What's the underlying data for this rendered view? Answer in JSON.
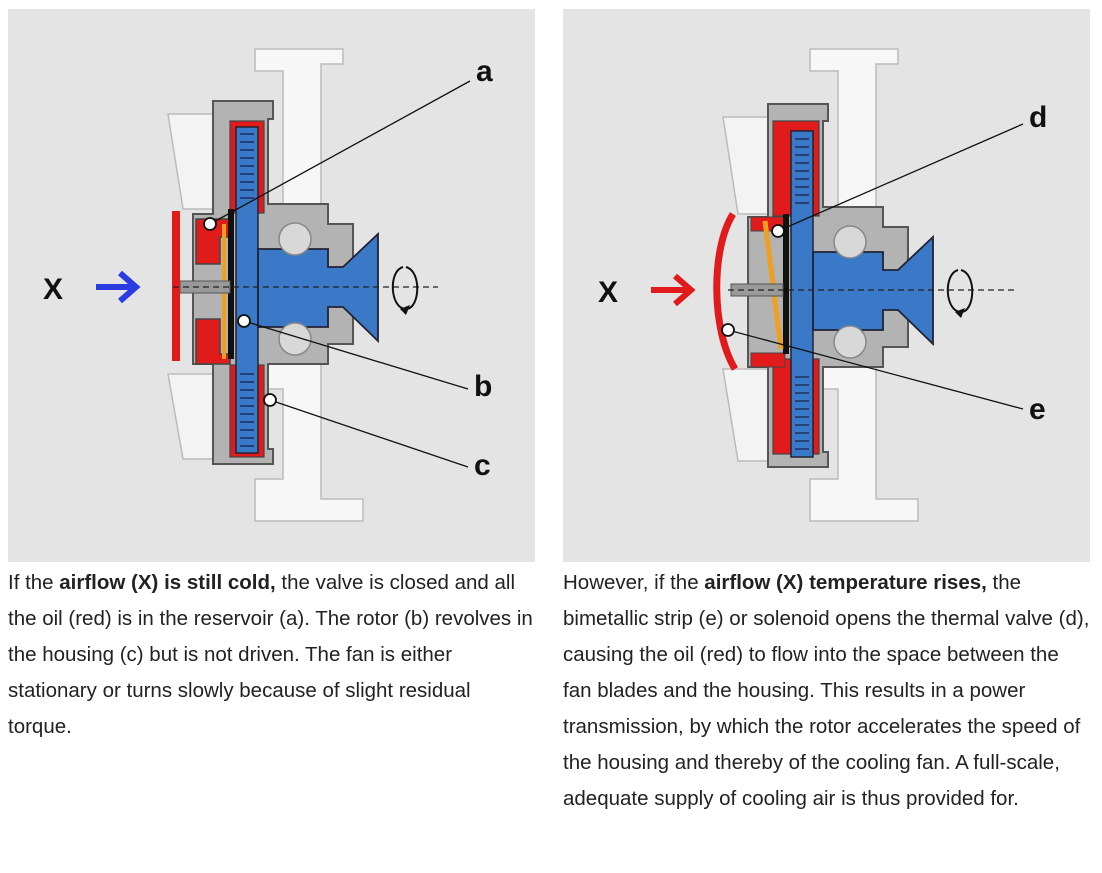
{
  "left": {
    "labels": {
      "x": "X",
      "a": "a",
      "b": "b",
      "c": "c"
    },
    "caption": {
      "pre": "If the ",
      "bold": "airflow (X) is still cold,",
      "post": " the valve is closed and all the oil (red) is in the reservoir (a). The rotor (b) revolves in the housing (c) but is not driven. The fan is either stationary or turns slowly because of slight residual torque."
    }
  },
  "right": {
    "labels": {
      "x": "X",
      "d": "d",
      "e": "e"
    },
    "caption": {
      "pre": "However, if the ",
      "bold": "airflow (X) temperature rises,",
      "post": " the bimetallic strip (e) or solenoid opens the thermal valve (d), causing the oil (red) to flow into the space between the fan blades and the housing. This results in a power transmission, by which the rotor accelerates the speed of the housing and thereby of the cooling fan. A full-scale, adequate supply of cooling air is thus provided for."
    }
  },
  "colors": {
    "oil": "#e11b1b",
    "rotor": "#3a78c8",
    "housing": "#b0b0b0",
    "bimetal": "#f0a020",
    "arrow_cold": "#2a3be0",
    "arrow_hot": "#e11b1b",
    "background": "#e4e4e4"
  }
}
